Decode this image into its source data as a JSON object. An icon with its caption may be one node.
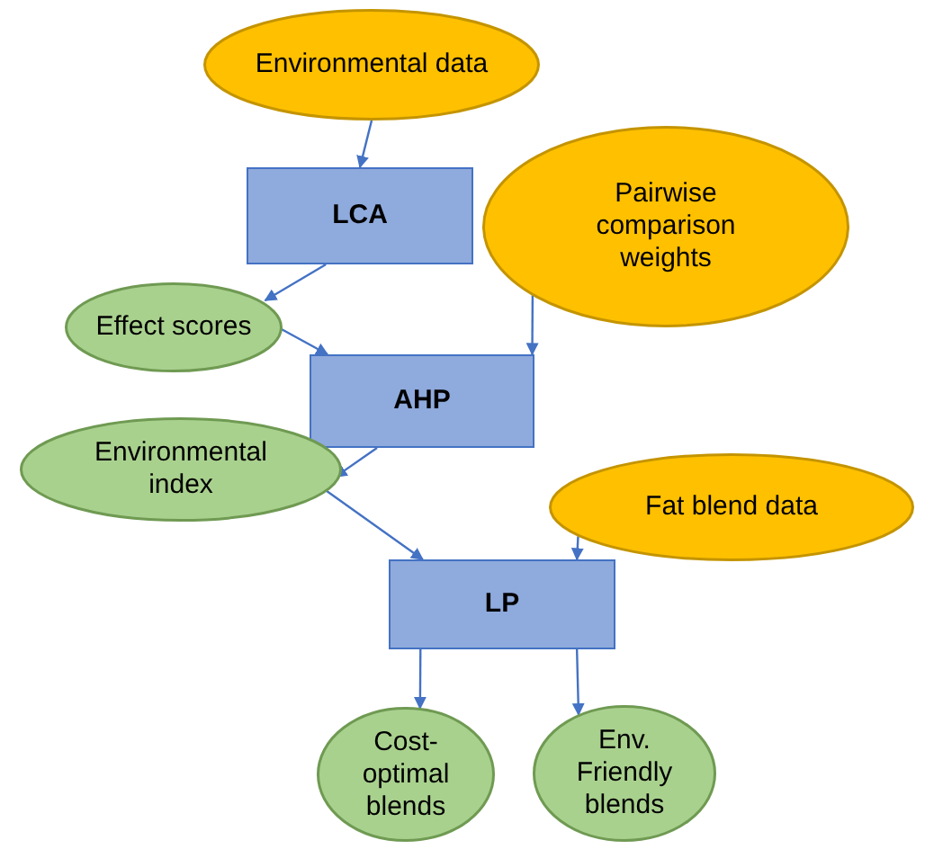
{
  "diagram": {
    "nodes": [
      {
        "text": [
          "Environmental data"
        ]
      },
      {
        "text": [
          "LCA"
        ]
      },
      {
        "text": [
          "Pairwise comparison weights"
        ]
      },
      {
        "text": [
          "Effect scores"
        ]
      },
      {
        "text": [
          "AHP"
        ]
      },
      {
        "text": [
          "Environmental index"
        ]
      },
      {
        "text": [
          "Fat blend data"
        ]
      },
      {
        "text": [
          "LP"
        ]
      },
      {
        "text": [
          "Cost-optimal blends"
        ]
      },
      {
        "text": [
          "Env. Friendly blends"
        ]
      }
    ],
    "edges": [
      {
        "from": 0,
        "to": 1,
        "arrow": "to"
      },
      {
        "from": 1,
        "to": 3,
        "arrow": "to"
      },
      {
        "from": 3,
        "to": 4,
        "arrow": "to"
      },
      {
        "from": 2,
        "to": 4,
        "arrow": "to"
      },
      {
        "from": 4,
        "to": 5,
        "arrow": "to"
      },
      {
        "from": 5,
        "to": 7,
        "arrow": "to"
      },
      {
        "from": 6,
        "to": 7,
        "arrow": "to"
      },
      {
        "from": 7,
        "to": 8,
        "arrow": "to"
      },
      {
        "from": 7,
        "to": 9,
        "arrow": "to"
      }
    ]
  }
}
